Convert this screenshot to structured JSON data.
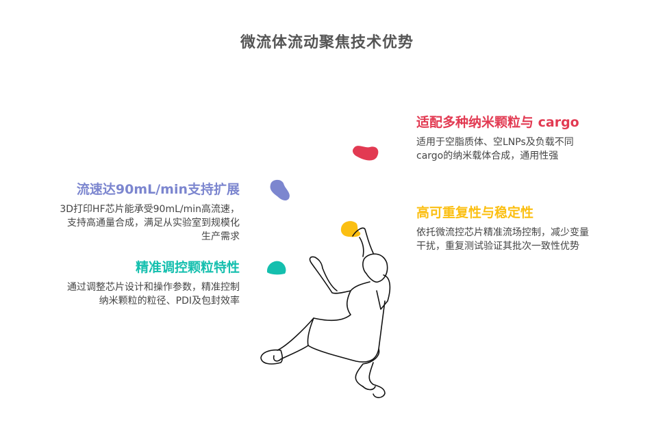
{
  "title": "微流体流动聚焦技术优势",
  "colors": {
    "blue": "#7c86cf",
    "teal": "#14bfae",
    "red": "#e23a52",
    "yellow": "#fbbf12"
  },
  "features": [
    {
      "heading": "流速达90mL/min支持扩展",
      "lines": [
        "3D打印HF芯片能承受90mL/min高流速，",
        "支持高通量合成，满足从实验室到规模化",
        "生产需求"
      ]
    },
    {
      "heading": "精准调控颗粒特性",
      "lines": [
        "通过调整芯片设计和操作参数，精准控制",
        "纳米颗粒的粒径、PDI及包封效率"
      ]
    },
    {
      "heading": "适配多种纳米颗粒与 cargo",
      "lines": [
        "适用于空脂质体、空LNPs及负载不同",
        "cargo的纳米载体合成，通用性强"
      ]
    },
    {
      "heading": "高可重复性与稳定性",
      "lines": [
        "依托微流控芯片精准流场控制，减少变量",
        "干扰，重复测试验证其批次一致性优势"
      ]
    }
  ]
}
